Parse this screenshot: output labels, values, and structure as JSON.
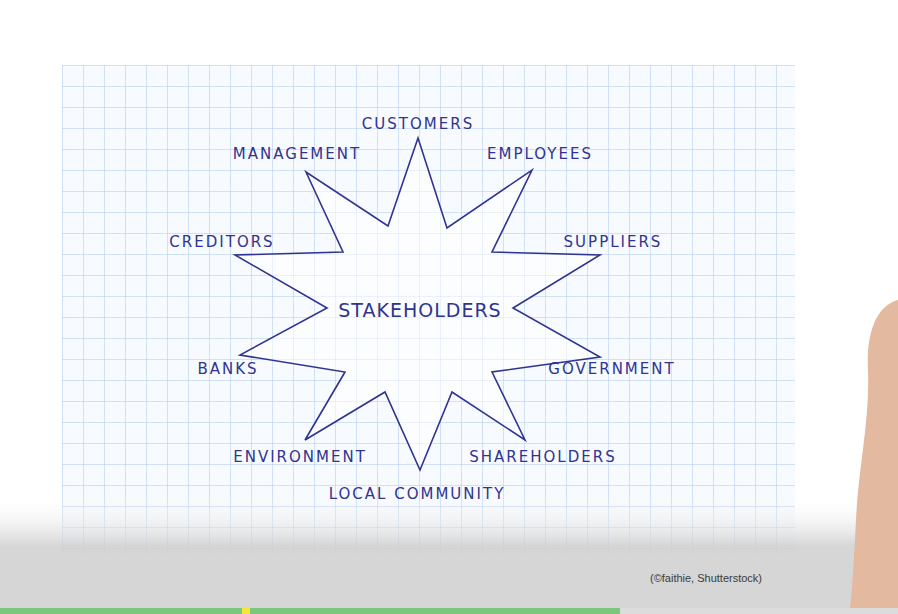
{
  "diagram": {
    "nodes": [
      {
        "text": [
          "STAKEHOLDERS"
        ]
      }
    ],
    "labels": [
      "CUSTOMERS",
      "MANAGEMENT",
      "EMPLOYEES",
      "CREDITORS",
      "SUPPLIERS",
      "BANKS",
      "GOVERNMENT",
      "ENVIRONMENT",
      "SHAREHOLDERS",
      "LOCAL COMMUNITY",
      "(©faithie, Shutterstock)"
    ]
  }
}
